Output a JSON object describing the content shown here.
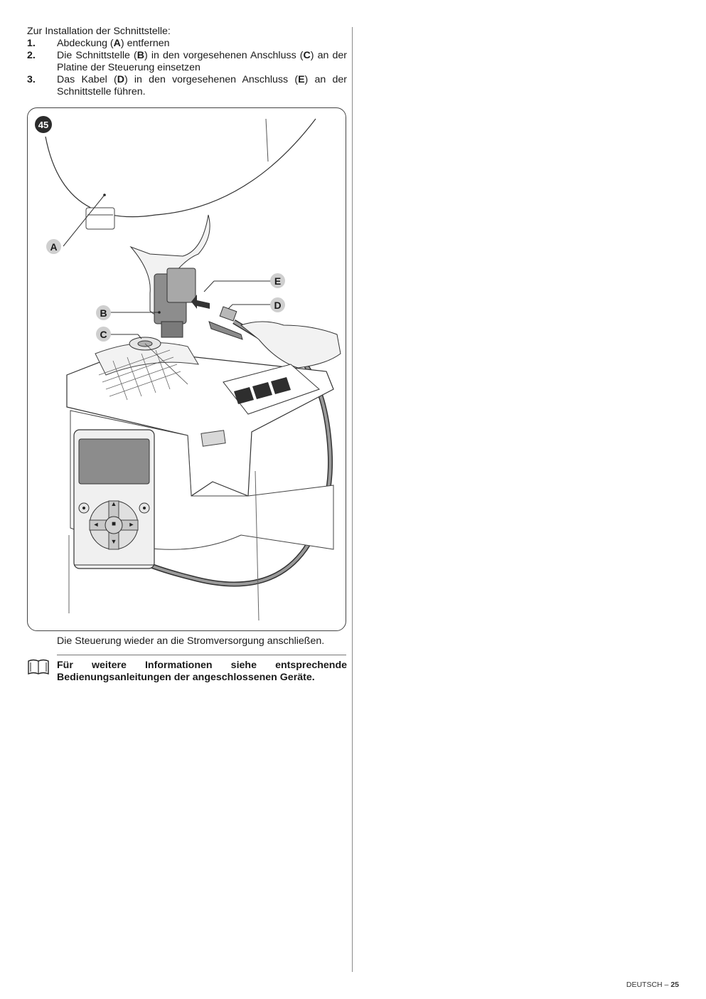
{
  "intro": "Zur Installation der Schnittstelle:",
  "steps": [
    {
      "num": "1.",
      "parts": [
        "Abdeckung (",
        "A",
        ") entfernen"
      ]
    },
    {
      "num": "2.",
      "parts": [
        "Die Schnittstelle (",
        "B",
        ") in den vorgesehenen Anschluss (",
        "C",
        ") an der Platine der Steuerung einsetzen"
      ]
    },
    {
      "num": "3.",
      "parts": [
        "Das Kabel (",
        "D",
        ") in den vorgesehenen Anschluss (",
        "E",
        ") an der Schnittstelle führen."
      ]
    }
  ],
  "figure": {
    "number": "45",
    "callouts": {
      "a": "A",
      "b": "B",
      "c": "C",
      "d": "D",
      "e": "E"
    },
    "remote_keys": {
      "up": "▲",
      "down": "▼",
      "left": "◄",
      "right": "►",
      "center": "■"
    }
  },
  "after_text": "Die Steuerung wieder an die Stromversorgung anschließen.",
  "note": {
    "icon": "book-icon",
    "text": "Für weitere Informationen siehe entsprechende Bedienungsanleitungen der angeschlossenen Geräte."
  },
  "footer": {
    "language": "DEUTSCH",
    "separator": " – ",
    "page": "25"
  }
}
